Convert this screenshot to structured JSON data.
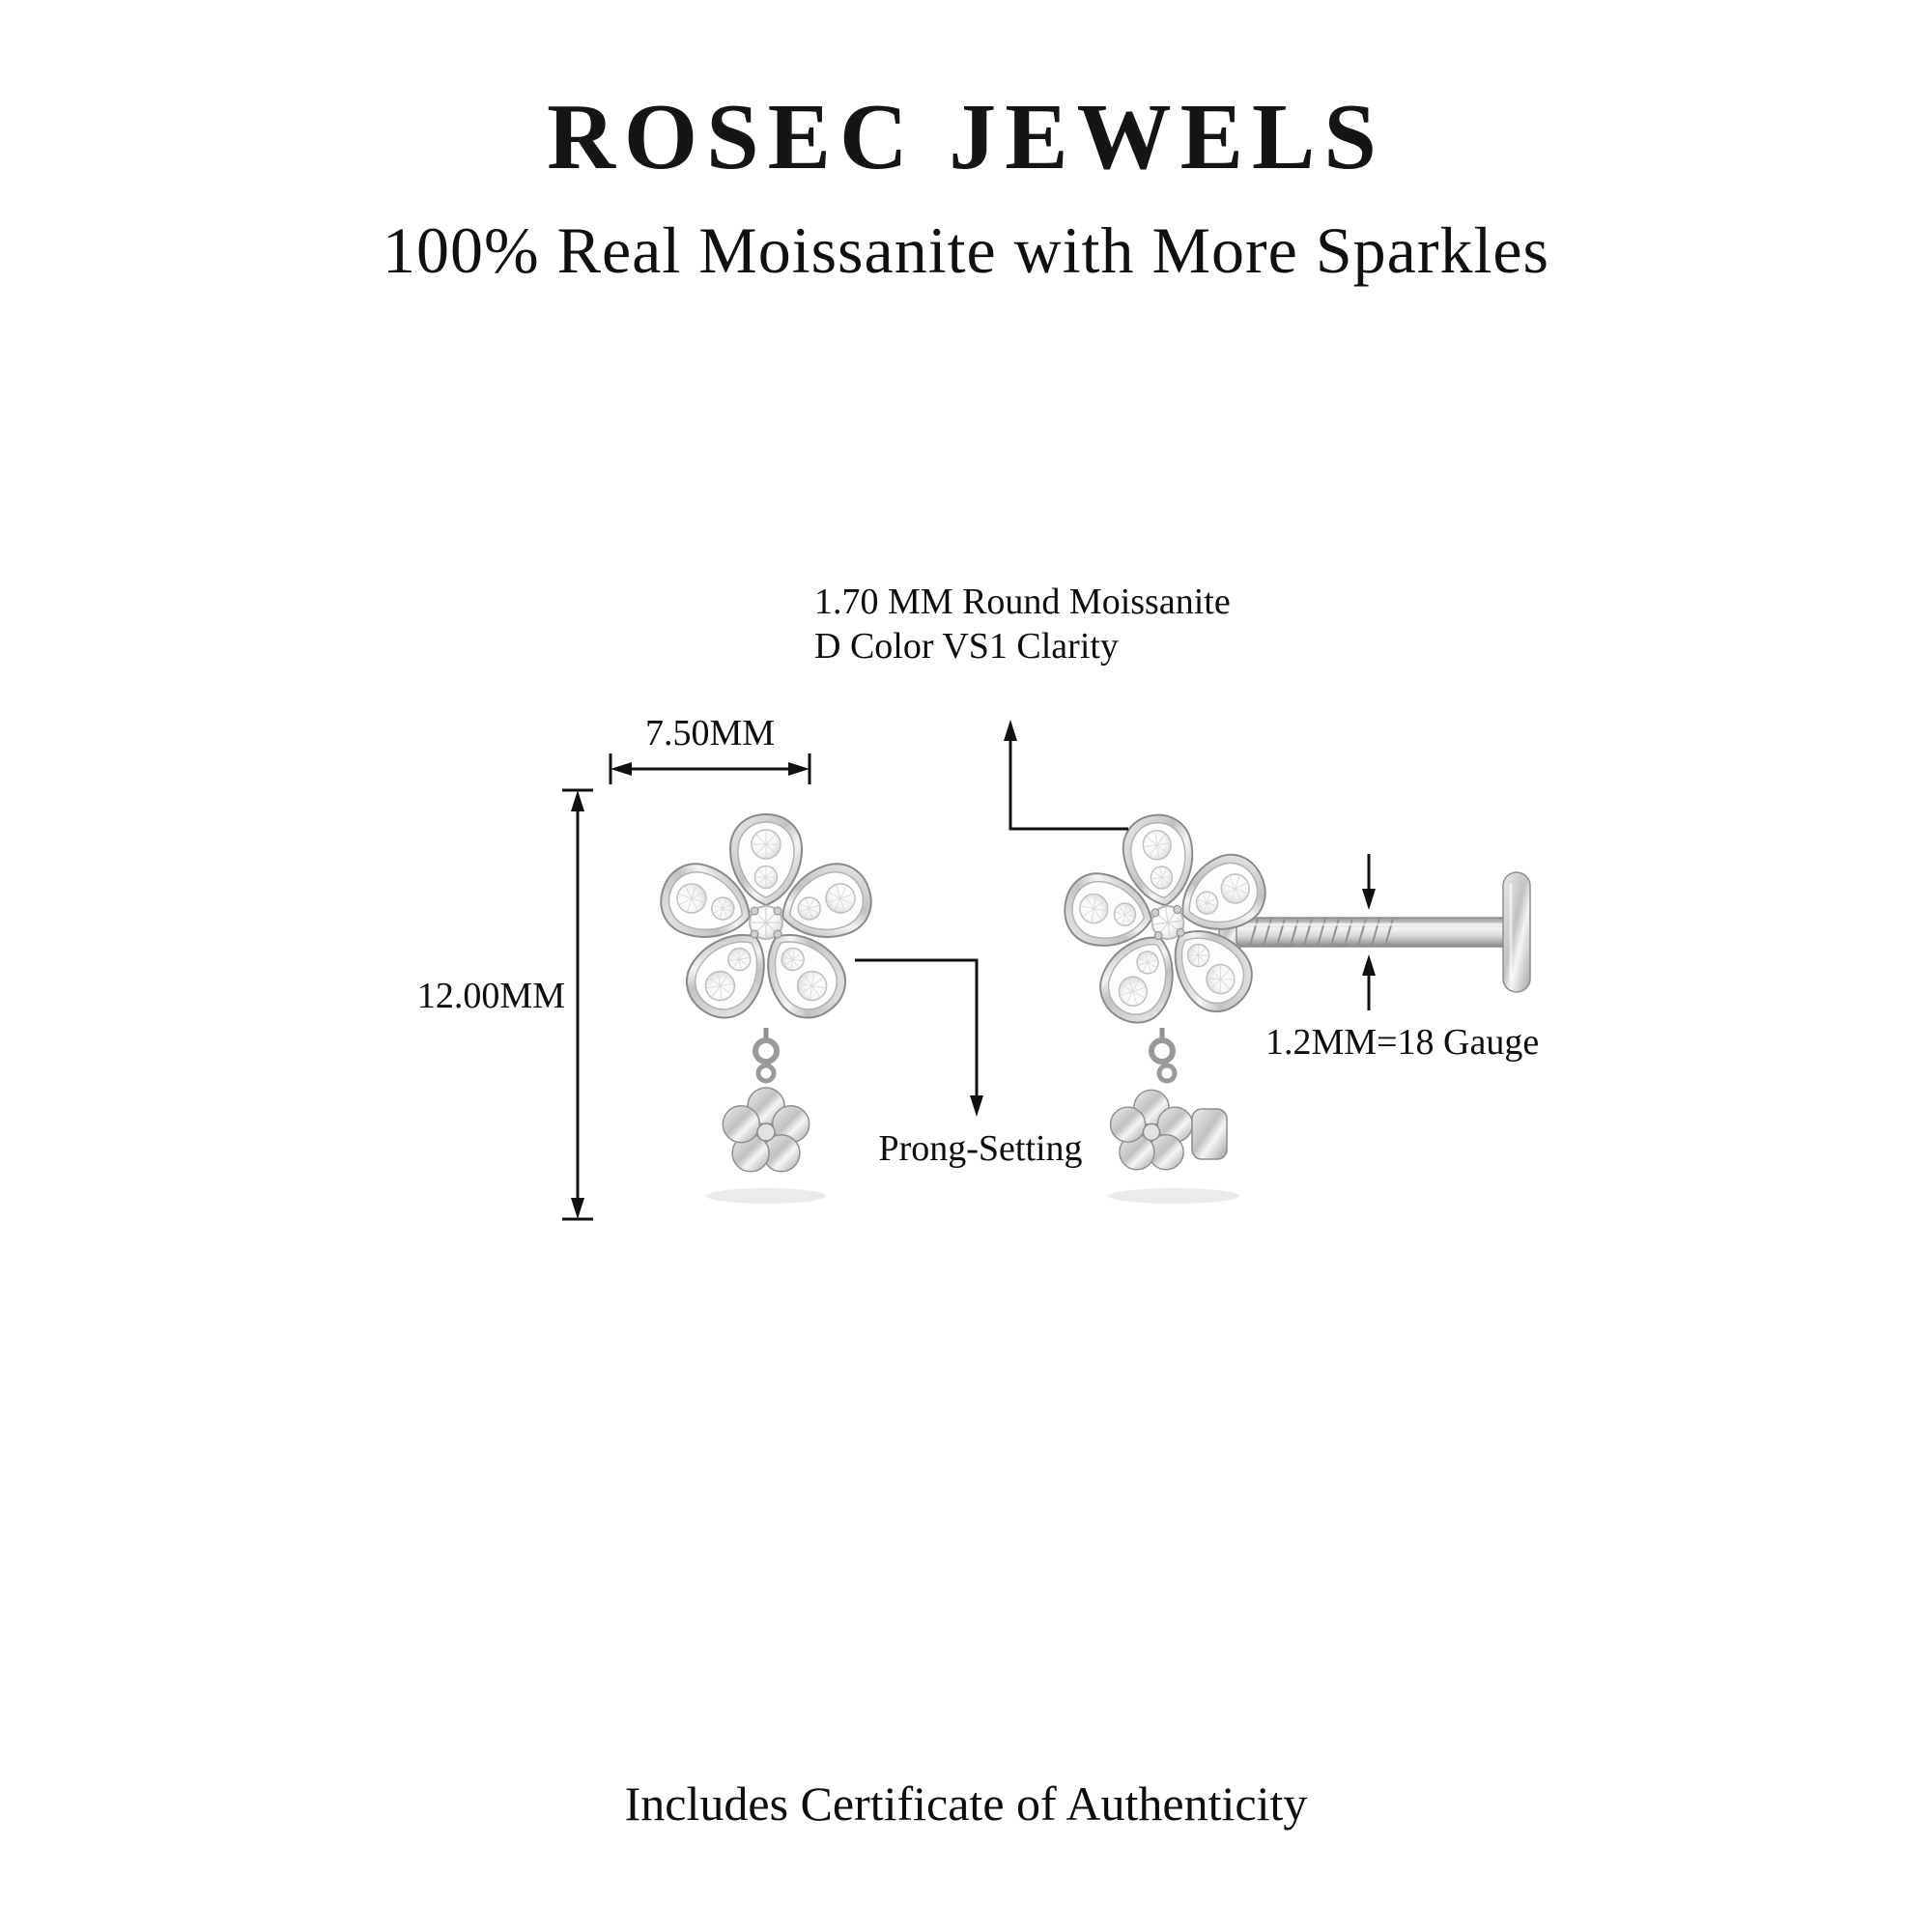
{
  "header": {
    "title": "ROSEC JEWELS",
    "subtitle": "100% Real Moissanite with More Sparkles"
  },
  "diagram": {
    "stone_spec_line1": "1.70 MM Round Moissanite",
    "stone_spec_line2": "D Color VS1 Clarity",
    "width_dimension": "7.50MM",
    "height_dimension": "12.00MM",
    "setting_label": "Prong-Setting",
    "post_gauge": "1.2MM=18 Gauge",
    "illustrations": {
      "left": "flower-moissanite-earring-front-view-with-flower-dangle",
      "right": "flower-moissanite-earring-side-view-with-threaded-labret-post"
    },
    "colors": {
      "annotation_lines": "#111111",
      "metal": "#c6c6c6",
      "stone": "#f7f7f7",
      "background": "#ffffff"
    }
  },
  "footer": {
    "certificate": "Includes Certificate of Authenticity"
  }
}
